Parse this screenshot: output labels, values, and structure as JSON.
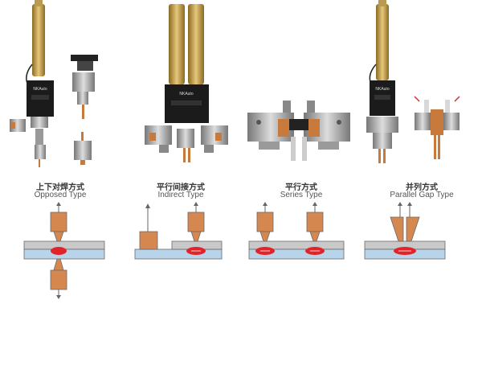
{
  "brand": "NKAuto",
  "types": [
    {
      "label_cn": "上下对焊方式",
      "label_en": "Opposed Type"
    },
    {
      "label_cn": "平行间接方式",
      "label_en": "Indirect Type"
    },
    {
      "label_cn": "平行方式",
      "label_en": "Series Type"
    },
    {
      "label_cn": "并列方式",
      "label_en": "Parallel Gap Type"
    }
  ],
  "colors": {
    "electrode": "#d4874f",
    "workpiece_top": "#c9c9c9",
    "workpiece_bottom": "#b8d4ea",
    "weld_spot": "#e0242a",
    "outline": "#6a6a6a",
    "gold_tube": "#c9a54e",
    "transformer": "#1b1b1b"
  }
}
